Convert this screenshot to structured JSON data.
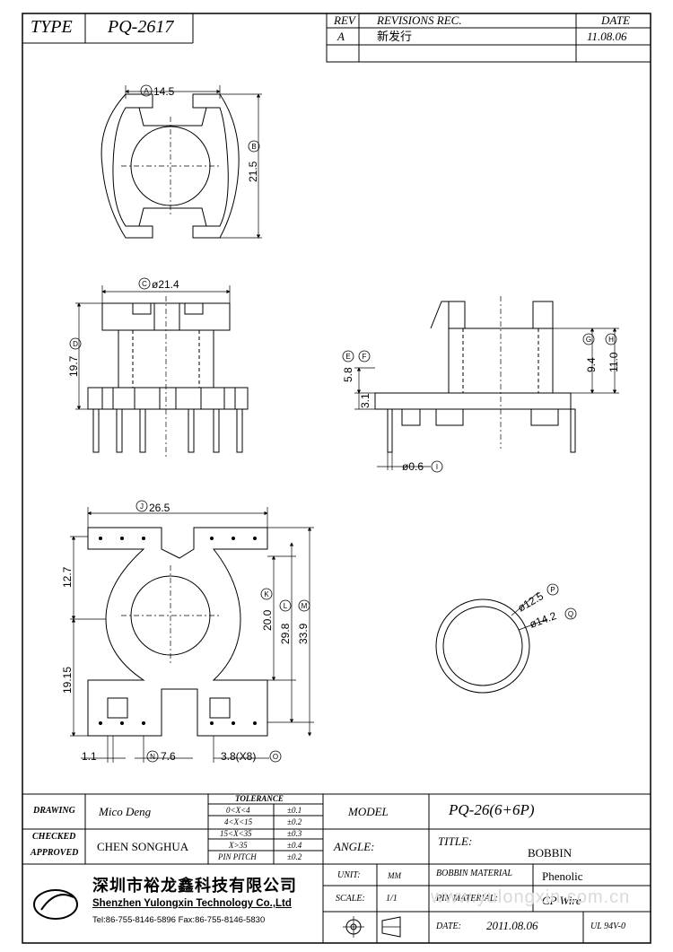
{
  "header": {
    "type_label": "TYPE",
    "part_no": "PQ-2617",
    "rev_label": "REV",
    "revisions_label": "REVISIONS REC.",
    "date_label": "DATE",
    "rev_value": "A",
    "revision_text": "新发行",
    "rev_date": "11.08.06"
  },
  "dimensions": {
    "a": "14.5",
    "b": "21.5",
    "c": "ø21.4",
    "d": "19.7",
    "e_f": "5.8",
    "f2": "3.1",
    "g": "9.4",
    "h": "11.0",
    "i": "ø0.6",
    "j": "26.5",
    "left_top": "12.7",
    "left_bottom": "19.15",
    "k": "20.0",
    "l": "29.8",
    "m": "33.9",
    "bottom_small": "1.1",
    "n": "7.6",
    "o": "3.8(X8)",
    "p": "ø12.5",
    "q": "ø14.2",
    "circle_letters": [
      "A",
      "B",
      "C",
      "D",
      "E",
      "F",
      "G",
      "H",
      "I",
      "J",
      "K",
      "L",
      "M",
      "N",
      "O",
      "P",
      "Q"
    ]
  },
  "title_block": {
    "drawing_label": "DRAWING",
    "drawing_value": "Mico Deng",
    "checked_label": "CHECKED",
    "approved_label": "APPROVED",
    "approved_value": "CHEN SONGHUA",
    "tolerance_label": "TOLERANCE",
    "tolerance_rows": [
      {
        "range": "0<X<4",
        "value": "±0.1"
      },
      {
        "range": "4<X<15",
        "value": "±0.2"
      },
      {
        "range": "15<X<35",
        "value": "±0.3"
      },
      {
        "range": "X>35",
        "value": "±0.4"
      },
      {
        "range": "PIN PITCH",
        "value": "±0.2"
      }
    ],
    "model_label": "MODEL",
    "model_value": "PQ-26(6+6P)",
    "angle_label": "ANGLE:",
    "title_label": "TITLE:",
    "title_value": "BOBBIN",
    "unit_label": "UNIT:",
    "unit_value": "MM",
    "scale_label": "SCALE:",
    "scale_value": "1/1",
    "bobbin_material_label": "BOBBIN MATERIAL",
    "bobbin_material_value": "Phenolic",
    "pin_material_label": "PIN MATERIAL:",
    "pin_material_value": "CP Wire",
    "date_label": "DATE:",
    "date_value": "2011.08.06",
    "ul_value": "UL 94V-0",
    "company_cn": "深圳市裕龙鑫科技有限公司",
    "company_en": "Shenzhen Yulongxin Technology Co.,Ltd",
    "company_contact": "Tel:86-755-8146-5896  Fax:86-755-8146-5830",
    "watermark": "www.yulongxin.com.cn"
  }
}
